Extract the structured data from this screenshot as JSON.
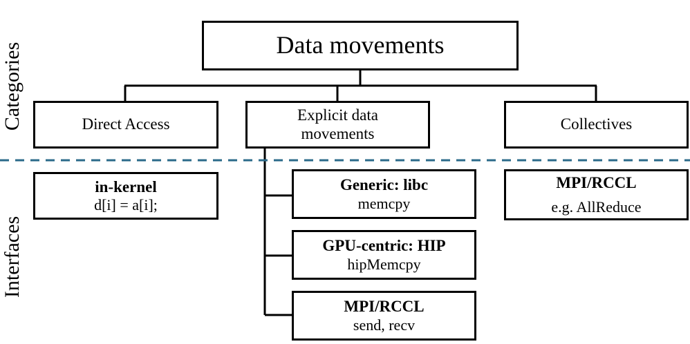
{
  "title": "Data movements",
  "side_labels": {
    "categories": "Categories",
    "interfaces": "Interfaces"
  },
  "categories": [
    {
      "label": "Direct Access"
    },
    {
      "label_line1": "Explicit data",
      "label_line2": "movements"
    },
    {
      "label": "Collectives"
    }
  ],
  "interfaces": {
    "direct": {
      "name": "in-kernel",
      "example": "d[i] = a[i];"
    },
    "explicit": [
      {
        "name": "Generic: libc",
        "example": "memcpy"
      },
      {
        "name": "GPU-centric: HIP",
        "example": "hipMemcpy"
      },
      {
        "name": "MPI/RCCL",
        "example": "send, recv"
      }
    ],
    "collectives": {
      "name": "MPI/RCCL",
      "example": "e.g. AllReduce"
    }
  },
  "colors": {
    "divider": "#2b6a8a",
    "line": "#000000"
  }
}
